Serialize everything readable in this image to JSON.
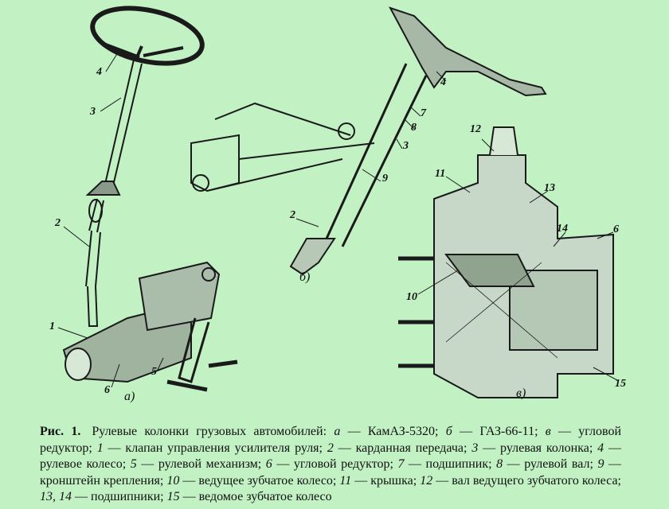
{
  "figure": {
    "labels_a": {
      "n4": "4",
      "n3": "3",
      "n2": "2",
      "n1": "1",
      "n6": "6",
      "n5": "5",
      "sub": "а)"
    },
    "labels_b": {
      "n4": "4",
      "n7": "7",
      "n8": "8",
      "n3": "3",
      "n9": "9",
      "n2": "2",
      "sub": "б)"
    },
    "labels_c": {
      "n12": "12",
      "n11": "11",
      "n13": "13",
      "n14": "14",
      "n6": "6",
      "n10": "10",
      "n15": "15",
      "sub": "в)"
    }
  },
  "caption": {
    "fig_label": "Рис. 1.",
    "parts": [
      {
        "k": "",
        "t": "Рулевые колонки грузовых автомобилей: "
      },
      {
        "k": "а",
        "t": " — КамАЗ-5320; "
      },
      {
        "k": "б",
        "t": " — ГАЗ-66-11; "
      },
      {
        "k": "в",
        "t": " — угловой редуктор; "
      },
      {
        "k": "1",
        "t": " — клапан управления усилителя руля; "
      },
      {
        "k": "2",
        "t": " — карданная передача; "
      },
      {
        "k": "3",
        "t": " — рулевая колонка; "
      },
      {
        "k": "4",
        "t": " — рулевое колесо; "
      },
      {
        "k": "5",
        "t": " — рулевой механизм; "
      },
      {
        "k": "6",
        "t": " — угловой редуктор; "
      },
      {
        "k": "7",
        "t": " — подшипник; "
      },
      {
        "k": "8",
        "t": " — рулевой вал; "
      },
      {
        "k": "9",
        "t": " — кронштейн крепления; "
      },
      {
        "k": "10",
        "t": " — ведущее зубчатое колесо; "
      },
      {
        "k": "11",
        "t": " — крышка; "
      },
      {
        "k": "12",
        "t": " — вал ведущего зубчатого колеса; "
      },
      {
        "k": "13, 14",
        "t": " — подшипники; "
      },
      {
        "k": "15",
        "t": " — ведомое зубчатое колесо"
      }
    ]
  }
}
